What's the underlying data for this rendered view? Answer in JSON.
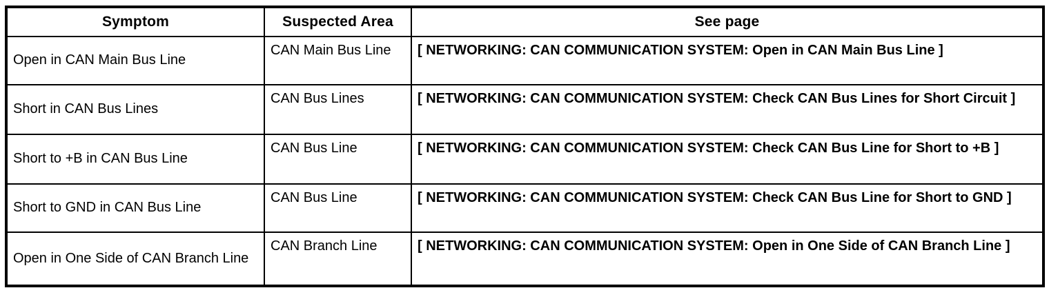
{
  "table": {
    "headers": {
      "symptom": "Symptom",
      "suspected_area": "Suspected Area",
      "see_page": "See page"
    },
    "rows": [
      {
        "symptom": "Open in CAN Main Bus Line",
        "suspected_area": "CAN Main Bus Line",
        "see_page": "[ NETWORKING: CAN COMMUNICATION SYSTEM: Open in CAN Main Bus Line ]"
      },
      {
        "symptom": "Short in CAN Bus Lines",
        "suspected_area": "CAN Bus Lines",
        "see_page": "[ NETWORKING: CAN COMMUNICATION SYSTEM: Check CAN Bus Lines for Short Circuit ]"
      },
      {
        "symptom": "Short to +B in CAN Bus Line",
        "suspected_area": "CAN Bus Line",
        "see_page": "[ NETWORKING: CAN COMMUNICATION SYSTEM: Check CAN Bus Line for Short to +B ]"
      },
      {
        "symptom": "Short to GND in CAN Bus Line",
        "suspected_area": "CAN Bus Line",
        "see_page": "[ NETWORKING: CAN COMMUNICATION SYSTEM: Check CAN Bus Line for Short to GND ]"
      },
      {
        "symptom": "Open in One Side of CAN Branch Line",
        "suspected_area": "CAN Branch Line",
        "see_page": "[ NETWORKING: CAN COMMUNICATION SYSTEM: Open in One Side of CAN Branch Line ]"
      }
    ],
    "colors": {
      "border": "#000000",
      "text": "#000000",
      "background": "#ffffff"
    }
  }
}
